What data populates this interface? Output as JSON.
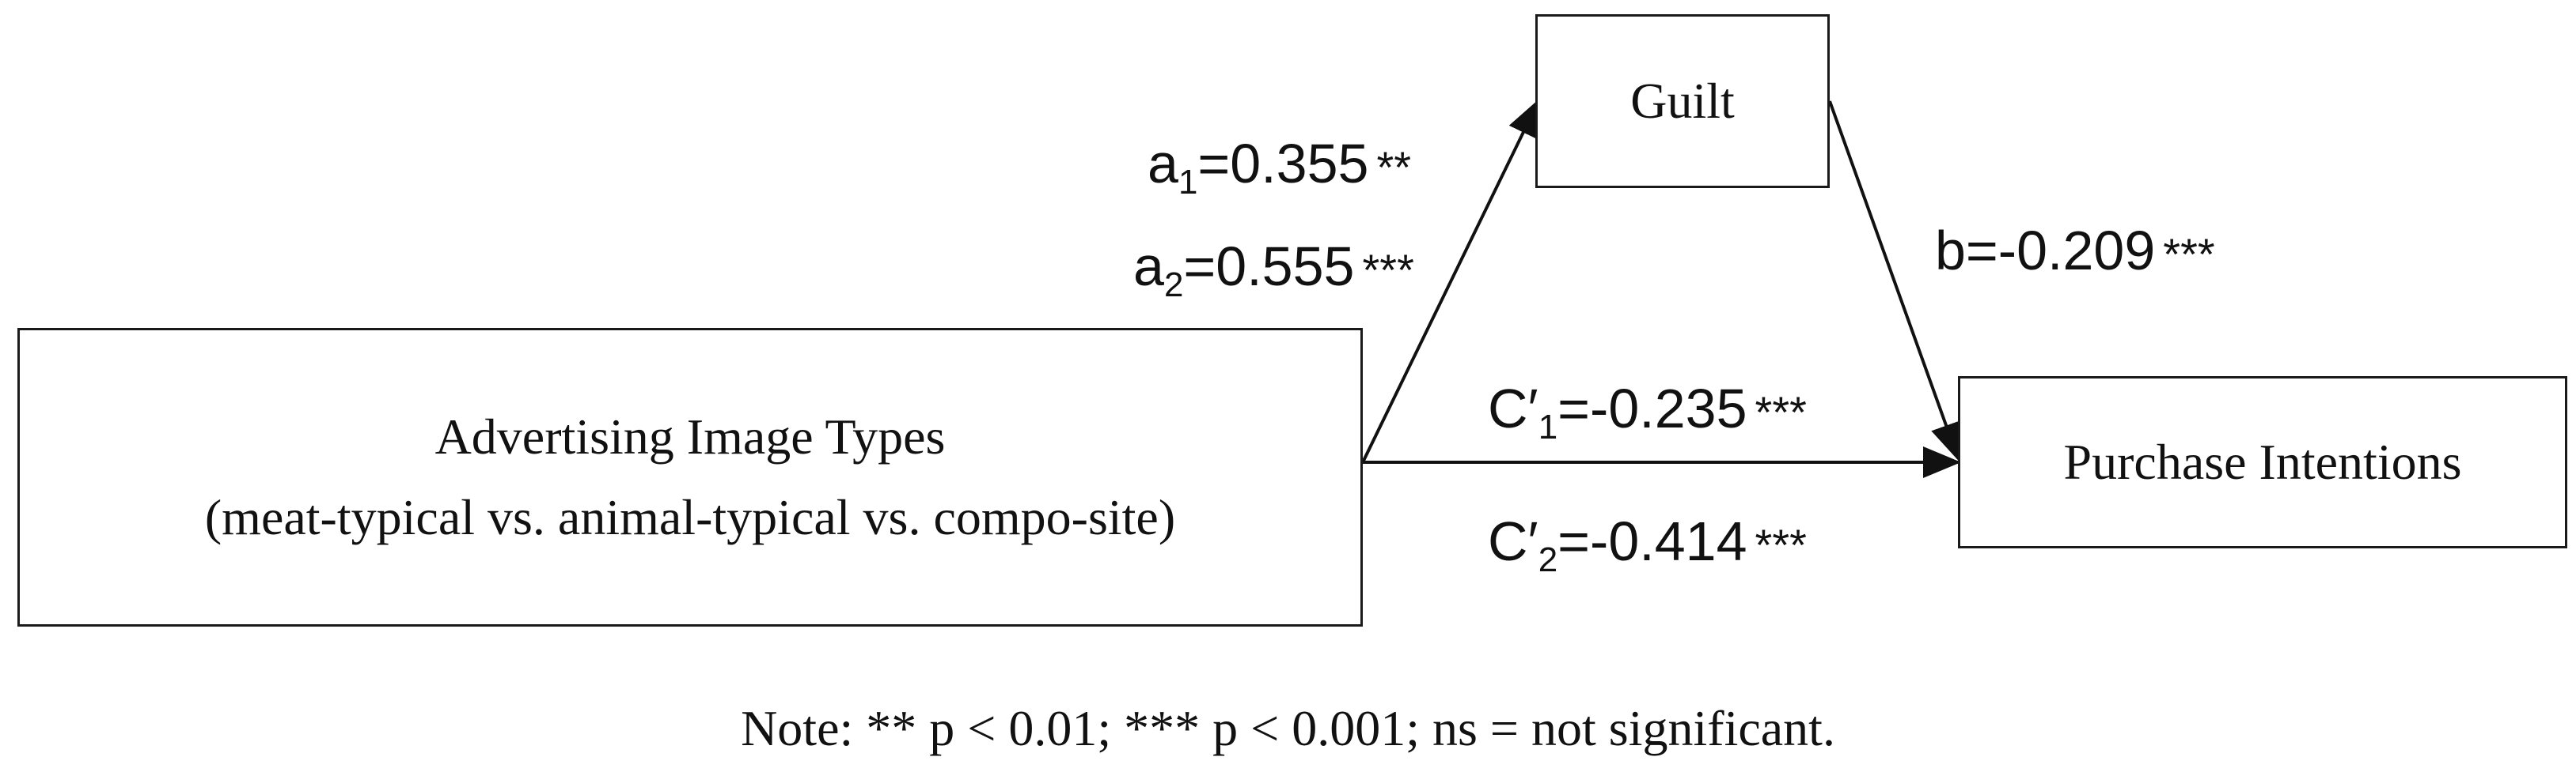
{
  "nodes": {
    "guilt": "Guilt",
    "advertising_title": "Advertising Image Types",
    "advertising_subtitle": "(meat-typical vs. animal-typical vs. compo-site)",
    "purchase": "Purchase Intentions"
  },
  "paths": {
    "a1": {
      "sym": "a",
      "sub": "1",
      "val": "=0.355",
      "sig": "**"
    },
    "a2": {
      "sym": "a",
      "sub": "2",
      "val": "=0.555",
      "sig": "***"
    },
    "b": {
      "text": "b=-0.209",
      "sig": "***"
    },
    "c1": {
      "sym": "C′",
      "sub": "1",
      "val": "=-0.235",
      "sig": "***"
    },
    "c2": {
      "sym": "C′",
      "sub": "2",
      "val": "=-0.414",
      "sig": "***"
    }
  },
  "note": "Note: ** p < 0.01; *** p < 0.001; ns = not significant."
}
